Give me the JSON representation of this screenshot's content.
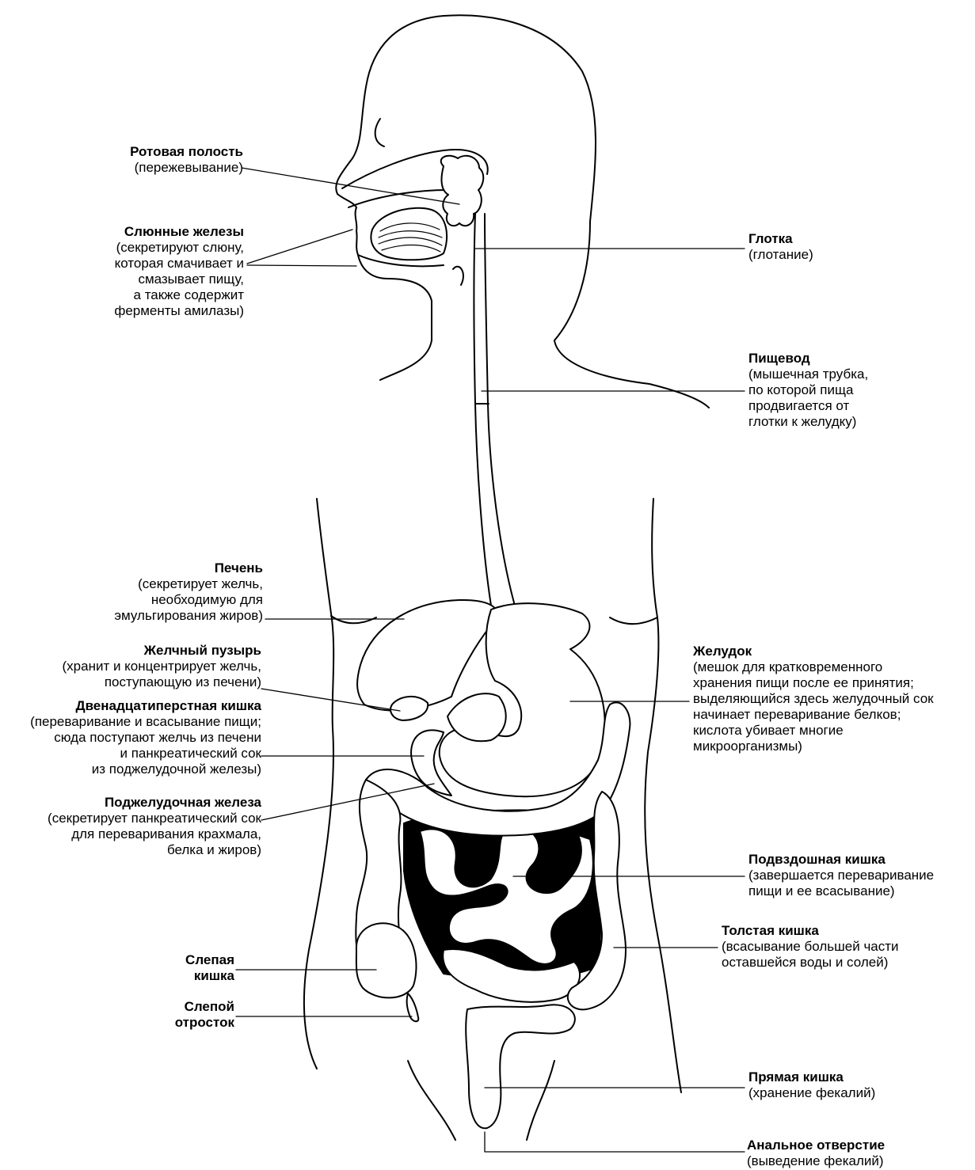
{
  "diagram": {
    "labels": {
      "mouth": {
        "title": "Ротовая полость",
        "desc": "(пережевывание)"
      },
      "salivary": {
        "title": "Слюнные железы",
        "desc": "(секретируют слюну,\nкоторая смачивает и\nсмазывает пищу,\nа также содержит\nферменты амилазы)"
      },
      "pharynx": {
        "title": "Глотка",
        "desc": "(глотание)"
      },
      "esophagus": {
        "title": "Пищевод",
        "desc": "(мышечная трубка,\nпо которой пища\nпродвигается от\nглотки к желудку)"
      },
      "liver": {
        "title": "Печень",
        "desc": "(секретирует желчь,\nнеобходимую для\nэмульгирования жиров)"
      },
      "gallbladder": {
        "title": "Желчный пузырь",
        "desc": "(хранит и концентрирует желчь,\nпоступающую из печени)"
      },
      "duodenum": {
        "title": "Двенадцатиперстная кишка",
        "desc": "(переваривание и всасывание пищи;\nсюда поступают желчь из печени\nи панкреатический сок\nиз поджелудочной железы)"
      },
      "pancreas": {
        "title": "Поджелудочная железа",
        "desc": "(секретирует панкреатический сок\nдля переваривания крахмала,\nбелка и жиров)"
      },
      "stomach": {
        "title": "Желудок",
        "desc": "(мешок для кратковременного\nхранения пищи после ее принятия;\nвыделяющийся здесь желудочный сок\nначинает переваривание белков;\nкислота убивает многие\nмикроорганизмы)"
      },
      "ileum": {
        "title": "Подвздошная кишка",
        "desc": "(завершается переваривание\nпищи и ее всасывание)"
      },
      "colon": {
        "title": "Толстая кишка",
        "desc": "(всасывание большей части\nоставшейся воды и солей)"
      },
      "cecum": {
        "title": "Слепая\nкишка",
        "desc": ""
      },
      "appendix": {
        "title": "Слепой\nотросток",
        "desc": ""
      },
      "rectum": {
        "title": "Прямая кишка",
        "desc": "(хранение фекалий)"
      },
      "anus": {
        "title": "Анальное отверстие",
        "desc": "(выведение фекалий)"
      }
    },
    "colors": {
      "ink": "#000000",
      "background": "#ffffff",
      "cavity": "#000000"
    }
  }
}
